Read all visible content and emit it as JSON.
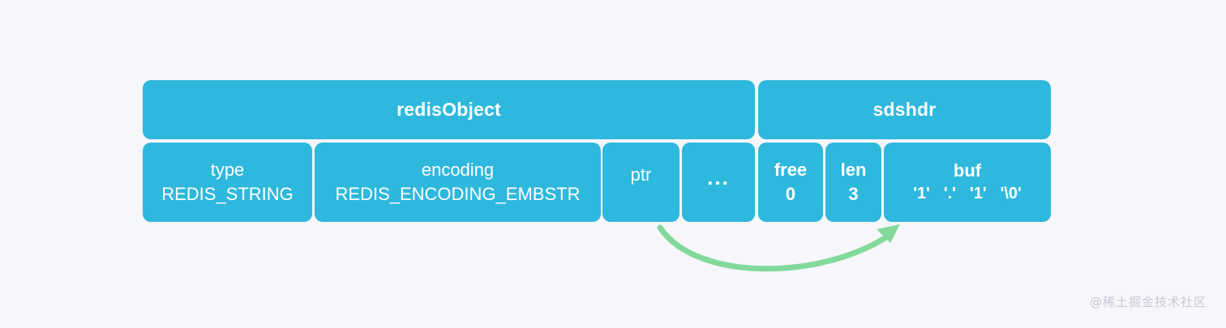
{
  "diagram": {
    "title_row": {
      "redis_object_label": "redisObject",
      "sdshdr_label": "sdshdr"
    },
    "redis_object_fields": [
      {
        "name": "type",
        "value": "REDIS_STRING"
      },
      {
        "name": "encoding",
        "value": "REDIS_ENCODING_EMBSTR"
      },
      {
        "name": "ptr",
        "value": ""
      },
      {
        "name": "...",
        "value": ""
      }
    ],
    "sdshdr_fields": [
      {
        "name": "free",
        "value": "0"
      },
      {
        "name": "len",
        "value": "3"
      },
      {
        "name": "buf",
        "value": ""
      }
    ],
    "buf_chars": [
      "'1'",
      "'.'",
      "'1'",
      "'\\0'"
    ],
    "arrow": {
      "name": "ptr-to-buf-arrow",
      "from": "ptr",
      "to": "buf",
      "color": "#82d99a"
    },
    "colors": {
      "block": "#2fb8dd",
      "background": "#f7f7fb",
      "text": "#ffffff",
      "arrow": "#82d99a",
      "watermark": "#c9c9d4"
    }
  },
  "watermark": {
    "text": "@稀土掘金技术社区"
  }
}
